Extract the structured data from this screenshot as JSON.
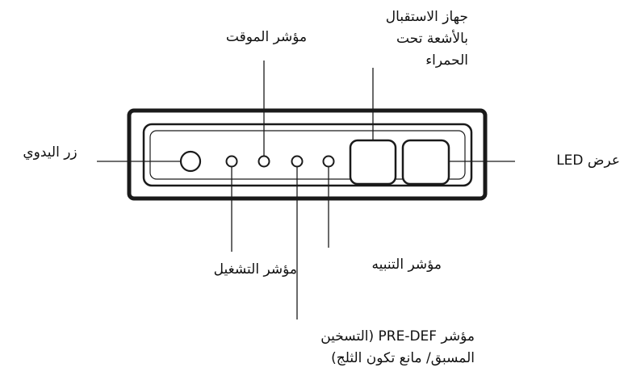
{
  "colors": {
    "stroke": "#1a1a1a",
    "text": "#111111",
    "background": "#ffffff"
  },
  "callouts": {
    "manual_button": "زر اليدوي",
    "timer_indicator": "مؤشر الموقت",
    "ir_receiver": [
      "جهاز الاستقبال",
      "بالأشعة تحت",
      "الحمراء"
    ],
    "led_display": "عرض LED",
    "run_indicator": "مؤشر التشغيل",
    "alarm_indicator": "مؤشر التنبيه",
    "predef_indicator": [
      "مؤشر PRE-DEF (التسخين",
      "المسبق/ مانع تكون الثلج)"
    ]
  }
}
